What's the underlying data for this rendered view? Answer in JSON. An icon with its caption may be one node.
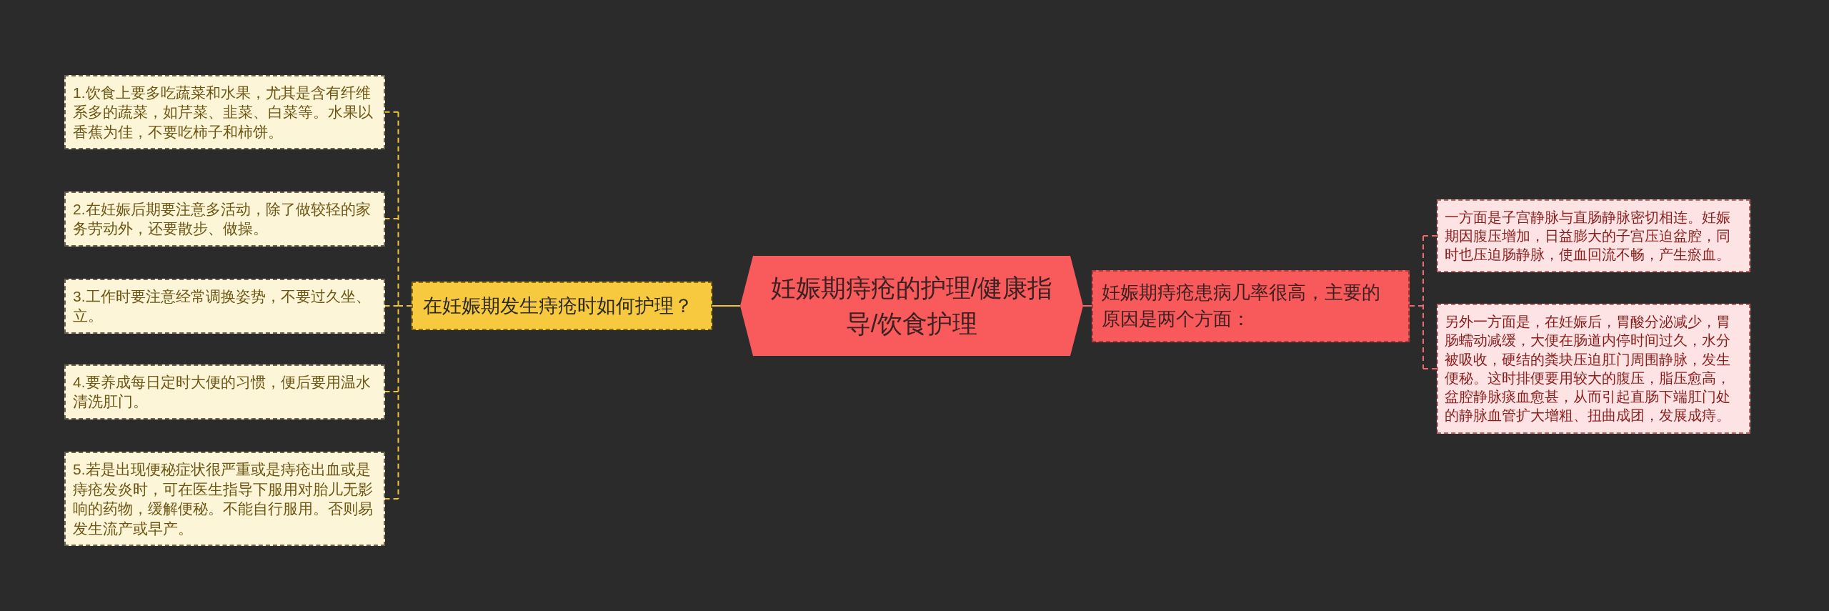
{
  "diagram": {
    "nodes": [
      {
        "text": [
          "妊娠期痔疮的护理/健康指导/饮食护理"
        ]
      },
      {
        "text": [
          "在妊娠期发生痔疮时如何护理？"
        ]
      },
      {
        "text": [
          "1.饮食上要多吃蔬菜和水果，尤其是含有纤维系多的蔬菜，如芹菜、韭菜、白菜等。水果以香蕉为佳，不要吃柿子和柿饼。"
        ]
      },
      {
        "text": [
          "2.在妊娠后期要注意多活动，除了做较轻的家务劳动外，还要散步、做操。"
        ]
      },
      {
        "text": [
          "3.工作时要注意经常调换姿势，不要过久坐、立。"
        ]
      },
      {
        "text": [
          "4.要养成每日定时大便的习惯，便后要用温水清洗肛门。"
        ]
      },
      {
        "text": [
          "5.若是出现便秘症状很严重或是痔疮出血或是痔疮发炎时，可在医生指导下服用对胎儿无影响的药物，缓解便秘。不能自行服用。否则易发生流产或早产。"
        ]
      },
      {
        "text": [
          "妊娠期痔疮患病几率很高，主要的原因是两个方面："
        ]
      },
      {
        "text": [
          "一方面是子宫静脉与直肠静脉密切相连。妊娠期因腹压增加，日益膨大的子宫压迫盆腔，同时也压迫肠静脉，使血回流不畅，产生瘀血。"
        ]
      },
      {
        "text": [
          "另外一方面是，在妊娠后，胃酸分泌减少，胃肠蠕动减缓，大便在肠道内停时间过久，水分被吸收，硬结的粪块压迫肛门周围静脉，发生便秘。这时排便要用较大的腹压，脂压愈高，盆腔静脉痰血愈甚，从而引起直肠下端肛门处的静脉血管扩大增粗、扭曲成团，发展成痔。"
        ]
      }
    ],
    "edges": [
      {
        "from": 0,
        "to": 1,
        "arrow": "none"
      },
      {
        "from": 1,
        "to": 2,
        "arrow": "none",
        "style": "dashed"
      },
      {
        "from": 1,
        "to": 3,
        "arrow": "none",
        "style": "dashed"
      },
      {
        "from": 1,
        "to": 4,
        "arrow": "none",
        "style": "dashed"
      },
      {
        "from": 1,
        "to": 5,
        "arrow": "none",
        "style": "dashed"
      },
      {
        "from": 1,
        "to": 6,
        "arrow": "none",
        "style": "dashed"
      },
      {
        "from": 0,
        "to": 7,
        "arrow": "none",
        "color": "#f0686a"
      },
      {
        "from": 7,
        "to": 8,
        "arrow": "none",
        "style": "dashed",
        "color": "#f0686a"
      },
      {
        "from": 7,
        "to": 9,
        "arrow": "none",
        "style": "dashed",
        "color": "#f0686a"
      }
    ]
  }
}
